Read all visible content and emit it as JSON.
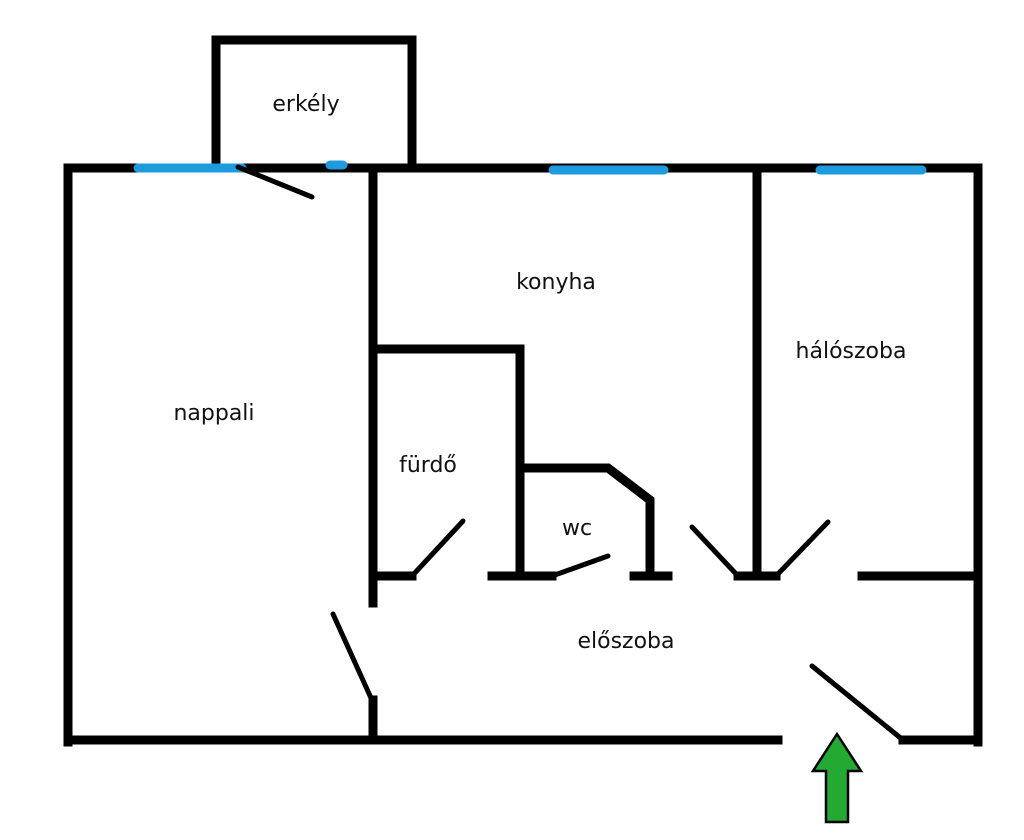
{
  "rooms": {
    "balcony": "erkély",
    "kitchen": "konyha",
    "bedroom": "hálószoba",
    "living_room": "nappali",
    "bathroom": "fürdő",
    "toilet": "wc",
    "hallway": "előszoba"
  },
  "colors": {
    "wall": "#000000",
    "window": "#1e9bdc",
    "entrance_arrow_fill": "#22aa33",
    "entrance_arrow_stroke": "#000000"
  },
  "icons": {
    "entrance": "arrow-up-icon"
  }
}
